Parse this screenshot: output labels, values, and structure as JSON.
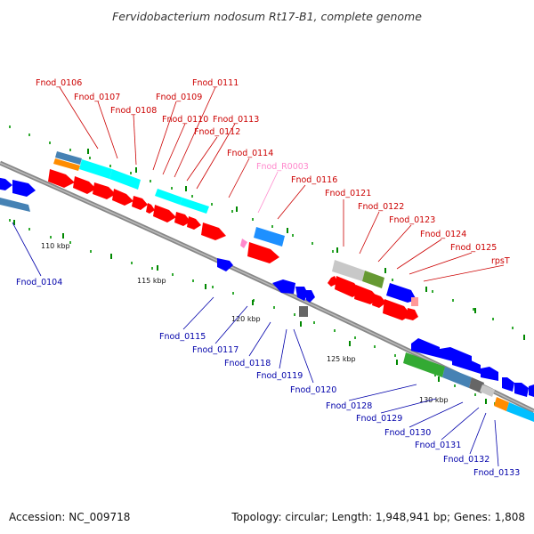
{
  "title": "Fervidobacterium nodosum Rt17-B1, complete genome",
  "footer": {
    "accession": "Accession: NC_009718",
    "info": "Topology: circular; Length: 1,948,941 bp; Genes: 1,808"
  },
  "scale_labels": [
    "110 kbp",
    "115 kbp",
    "120 kbp",
    "125 kbp",
    "130 kbp"
  ],
  "upper_labels": [
    "Fnod_0106",
    "Fnod_0107",
    "Fnod_0108",
    "Fnod_0109",
    "Fnod_0110",
    "Fnod_0111",
    "Fnod_0112",
    "Fnod_0113",
    "Fnod_0114",
    "Fnod_R0003",
    "Fnod_0116",
    "Fnod_0121",
    "Fnod_0122",
    "Fnod_0123",
    "Fnod_0124",
    "Fnod_0125",
    "rpsT"
  ],
  "lower_labels": [
    "Fnod_0104",
    "Fnod_0115",
    "Fnod_0117",
    "Fnod_0118",
    "Fnod_0119",
    "Fnod_0120",
    "Fnod_0128",
    "Fnod_0129",
    "Fnod_0130",
    "Fnod_0131",
    "Fnod_0132",
    "Fnod_0133"
  ],
  "colors": {
    "forward_label": "#cc0000",
    "reverse_label": "#0000aa",
    "rna_label": "#ff88cc",
    "cds": "#ff0000",
    "cds_reverse": "#0000ff",
    "cog_cyan": "#00ffff",
    "cog_steel": "#4682b4",
    "cog_orange": "#ff8c00",
    "cog_green": "#33aa33",
    "cog_olive": "#669933",
    "cog_grey": "#c8c8c8",
    "cog_dark": "#666666",
    "cog_pink": "#ff9999",
    "backbone": "#888888"
  }
}
